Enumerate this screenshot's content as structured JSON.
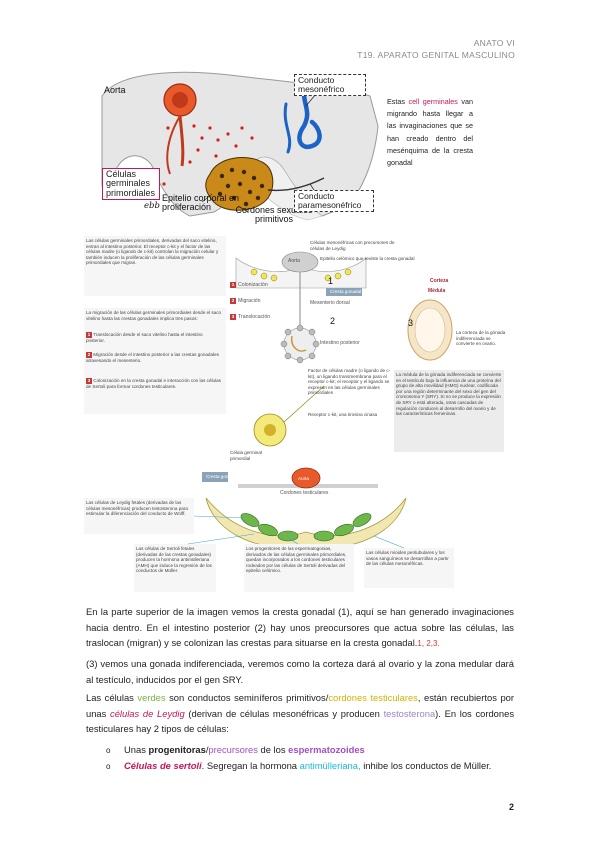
{
  "header": {
    "line1": "ANATO VI",
    "line2": "T19. APARATO GENITAL MASCULINO"
  },
  "top_figure": {
    "aorta": "Aorta",
    "mesonephric": "Conducto mesonéfrico",
    "germ_cells": "Células germinales primordiales",
    "epithelium": "Epitelio corporal en proliferación",
    "cords": "Cordones sexuales primitivos",
    "paramesonephric": "Conducto paramesonéfrico",
    "signature": "ebb"
  },
  "side_note": {
    "pre": "Estas ",
    "highlight": "cell germinales",
    "post": " van migrando hasta llegar a las invaginaciones que se han creado dentro del mesénquima de la cresta gonadal"
  },
  "diagram": {
    "left_intro": "Las células germinales primordiales, derivadas del saco vitelino, entran al intestino posterior. El receptor c-kit y el factor de las células madre (o ligando de c-kit) controlan la migración celular y también inducen la proliferación de las células germinales primordiales que migran.",
    "legend_top_1": "Células mesonéfricas con precursores de células de Leydig",
    "legend_top_2": "Epitelio celómico que reviste la cresta gonadal",
    "aorta": "Aorta",
    "gonadal_ridge": "Cresta gonadal",
    "mesentery": "Mesenterio dorsal",
    "hindgut": "Intestino posterior",
    "colonization_tag": "Colonización",
    "migration_tag": "Migración",
    "translocation_tag": "Translocación",
    "steps_intro": "La migración de las células germinales primordiales desde el saco vitelino hasta las crestas gonadales implica tres pasos:",
    "step1": "Translocación desde el saco vitelino hasta el intestino posterior.",
    "step2": "Migración desde el intestino posterior a las crestas gonadales atravesando el mesenterio.",
    "step3": "Colonización en la cresta gonadal e interacción con las células de Sertoli para formar cordones testiculares.",
    "stem_factor": "Factor de células madre (o ligando de c-kit), un ligando transmembrana para el receptor c-kit; el receptor y el ligando se expresan en las células germinales primordiales",
    "ckit": "Receptor c-kit, una tirosina cinasa",
    "germ_cell": "Célula germinal primordial",
    "cortex": "Corteza",
    "medulla": "Médula",
    "cortex_note": "La corteza de la gónada indiferenciada se convierte en ovario.",
    "medulla_note": "La médula de la gónada indiferenciada se convierte en el testículo bajo la influencia de una proteína del grupo de alta movilidad (HMG) nuclear, codificada por una región determinante del sexo del gen del cromosoma Y (SRY). Si no se produce la expresión de SRY o está alterada, otras cascadas de regulación conducen al desarrollo del ovario y de las características femeninas.",
    "ridge2": "Cresta gonadal",
    "aorta2": "Aorta",
    "testis_cords": "Cordones testiculares",
    "leydig": "Las células de Leydig fetales (derivadas de las células mesonéfricas) producen testosterona para estimular la diferenciación del conducto de Wolff.",
    "sertoli": "Las células de Sertoli fetales (derivadas de las crestas gonadales) producen la hormona antimülleriana (AMH) que induce la regresión de los conductos de Müller.",
    "progenitors": "Los progenitores de las espermatogonias, derivados de las células germinales primordiales, quedan incorporados a los cordones testiculares rodeados por las células de Sertoli derivadas del epitelio celómico.",
    "myoid": "Las células mioides peritubulares y los vasos sanguíneos se desarrollan a partir de las células mesonéfricas.",
    "n1": "1",
    "n2": "2",
    "n3": "3"
  },
  "body": {
    "p1": "En la parte superior de la imagen vemos la cresta gonadal (1), aquí se han generado invaginaciones hacia dentro. En el intestino posterior (2) hay unos preocursores que actua sobre las células, las traslocan (migran) y se colonizan las crestas para situarse en la cresta gonadal.",
    "p1_refs": "1, 2,3.",
    "p2": "(3) vemos una gonada indiferenciada, veremos como la corteza dará al ovario y la zona medular dará al testículo, inducidos por el gen SRY.",
    "p3_a": "Las células ",
    "p3_green": "verdes",
    "p3_b": " son conductos seminíferos primitivos/",
    "p3_yellow": "cordones testiculares",
    "p3_c": ", están recubiertos por unas ",
    "p3_leydig": "células de Leydig",
    "p3_d": " (derivan de células mesonéfricas y producen ",
    "p3_testo": "testosterona",
    "p3_e": "). En los cordones testiculares hay 2 tipos de células:",
    "b1_a": "Unas ",
    "b1_b": "progenitoras",
    "b1_c": "/",
    "b1_d": "precursores",
    "b1_e": " de los ",
    "b1_f": "espermatozoides",
    "b2_a": "Células de sertoli",
    "b2_b": ". Segregan la hormona ",
    "b2_c": "antimülleriana,",
    "b2_d": " inhibe los conductos de Müller."
  },
  "page_number": "2"
}
